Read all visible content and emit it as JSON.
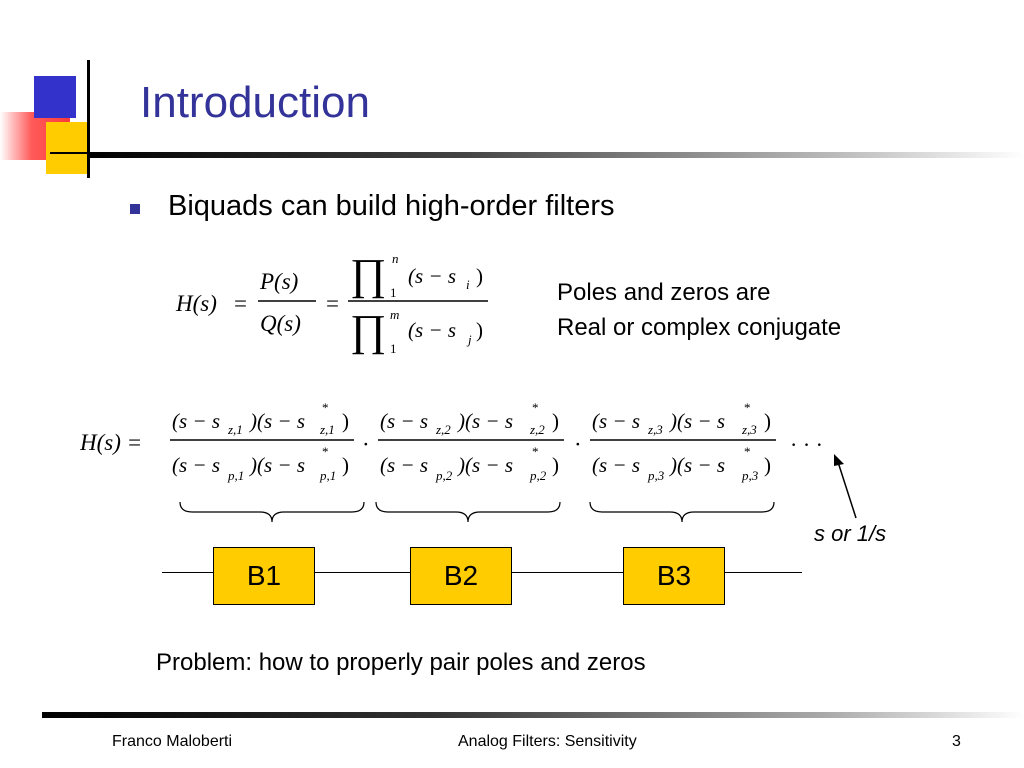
{
  "slide": {
    "title": "Introduction",
    "bullet": "Biquads can build high-order filters",
    "side_note_line1": "Poles and zeros are",
    "side_note_line2": "Real or complex conjugate",
    "arrow_label": "s or 1/s",
    "blocks": [
      "B1",
      "B2",
      "B3"
    ],
    "problem": "Problem: how to properly pair poles and zeros"
  },
  "equation1": {
    "lhs": "H(s)",
    "num1": "P(s)",
    "den1": "Q(s)",
    "prod_num_upper": "n",
    "prod_num_lower": "1",
    "prod_num_factor": "(s − s",
    "prod_num_sub": "i",
    "prod_den_upper": "m",
    "prod_den_lower": "1",
    "prod_den_factor": "(s − s",
    "prod_den_sub": "j"
  },
  "equation2": {
    "lhs": "H(s) =",
    "ellipsis": "· · ·",
    "dot": "·",
    "factors": [
      {
        "zsub": "z,1",
        "psub": "p,1"
      },
      {
        "zsub": "z,2",
        "psub": "p,2"
      },
      {
        "zsub": "z,3",
        "psub": "p,3"
      }
    ]
  },
  "footer": {
    "author": "Franco Maloberti",
    "course": "Analog Filters: Sensitivity",
    "page": "3"
  },
  "colors": {
    "title": "#333399",
    "block_fill": "#ffcc00",
    "logo_blue": "#3333cc",
    "logo_red": "#ff4444"
  }
}
